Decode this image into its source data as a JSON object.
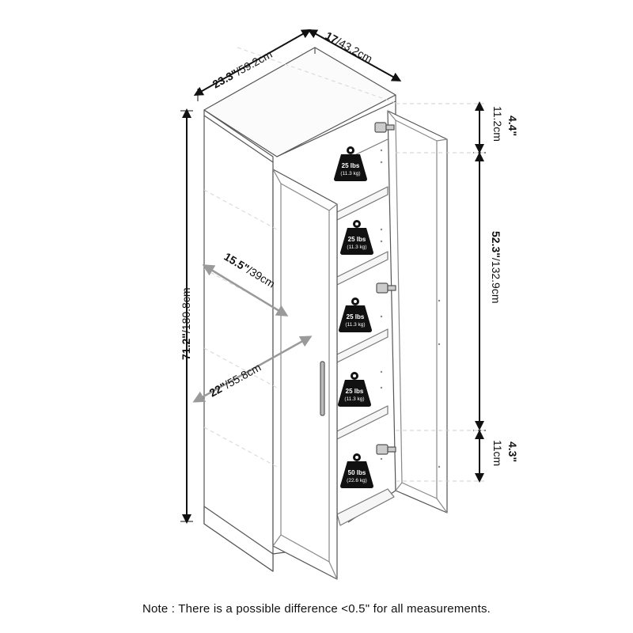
{
  "dimensions": {
    "depth_top": {
      "bold": "23.3\"",
      "rest": "/59.2cm"
    },
    "width_top": {
      "bold": "17",
      "rest": "/43.2cm"
    },
    "height_total": {
      "bold": "71.2\"",
      "rest": "/180.8cm"
    },
    "inner_depth": {
      "bold": "15.5\"",
      "rest": "/39cm"
    },
    "door_open": {
      "bold": "22\"",
      "rest": "/55.8cm"
    },
    "top_gap": {
      "bold": "4.4\"",
      "rest": "11.2cm"
    },
    "middle_height": {
      "bold": "52.3\"",
      "rest": "/132.9cm"
    },
    "bottom_gap": {
      "bold": "4.3\"",
      "rest": "11cm"
    }
  },
  "weights": [
    {
      "lbs": "25 lbs",
      "kg": "(11.3 kg)"
    },
    {
      "lbs": "25 lbs",
      "kg": "(11.3 kg)"
    },
    {
      "lbs": "25 lbs",
      "kg": "(11.3 kg)"
    },
    {
      "lbs": "25 lbs",
      "kg": "(11.3 kg)"
    },
    {
      "lbs": "50 lbs",
      "kg": "(22.6 kg)"
    }
  ],
  "note": "Note : There is a possible difference <0.5\" for all measurements."
}
